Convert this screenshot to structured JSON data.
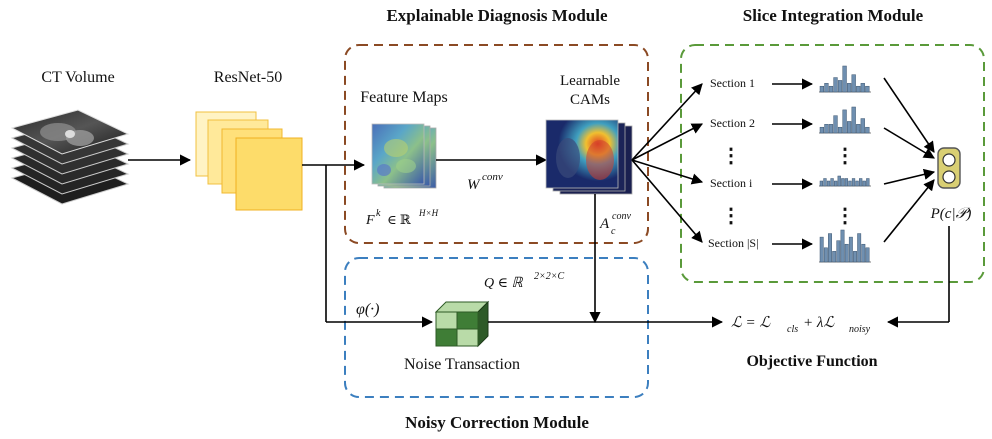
{
  "modules": {
    "explainable": "Explainable Diagnosis Module",
    "slice": "Slice Integration Module",
    "noisy": "Noisy Correction Module",
    "objective": "Objective Function"
  },
  "labels": {
    "ct_volume": "CT Volume",
    "resnet": "ResNet-50",
    "feature_maps": "Feature Maps",
    "cams_line1": "Learnable",
    "cams_line2": "CAMs",
    "noise_transaction": "Noise Transaction"
  },
  "math": {
    "w_conv_base": "W",
    "w_conv_sup": "conv",
    "fk_base": "F",
    "fk_sup": "k",
    "fk_in": "∈ ℝ",
    "fk_dim": "H×H",
    "acconv_base": "A",
    "acconv_sub": "c",
    "acconv_sup": "conv",
    "q_expr": "Q ∈ ℝ",
    "q_dim": "2×2×C",
    "phi": "φ(·)",
    "pcp": "P(c|𝒫)",
    "loss_lhs": "ℒ = ℒ",
    "loss_cls": "cls",
    "loss_mid": " + λℒ",
    "loss_noisy": "noisy"
  },
  "sections": [
    {
      "label": "Section 1",
      "bars": [
        2,
        3,
        2,
        5,
        4,
        9,
        3,
        6,
        2,
        3,
        2
      ]
    },
    {
      "label": "Section 2",
      "bars": [
        2,
        3,
        3,
        6,
        2,
        8,
        4,
        9,
        3,
        5,
        2
      ]
    },
    {
      "label": "Section i",
      "bars": [
        2,
        3,
        2,
        3,
        2,
        4,
        3,
        3,
        2,
        3,
        2,
        3,
        2,
        3
      ]
    },
    {
      "label": "Section |S|",
      "bars": [
        7,
        4,
        8,
        3,
        6,
        9,
        5,
        7,
        3,
        8,
        5,
        4
      ]
    }
  ],
  "ellipsis": "⋮",
  "colors": {
    "explainable_border": "#8b4a24",
    "slice_border": "#5a9a3a",
    "noisy_border": "#3c7fbf",
    "bar_fill": "#6f8fb0",
    "resnet_fill": "#fddc6a",
    "cube_green": "#3f7d36"
  }
}
